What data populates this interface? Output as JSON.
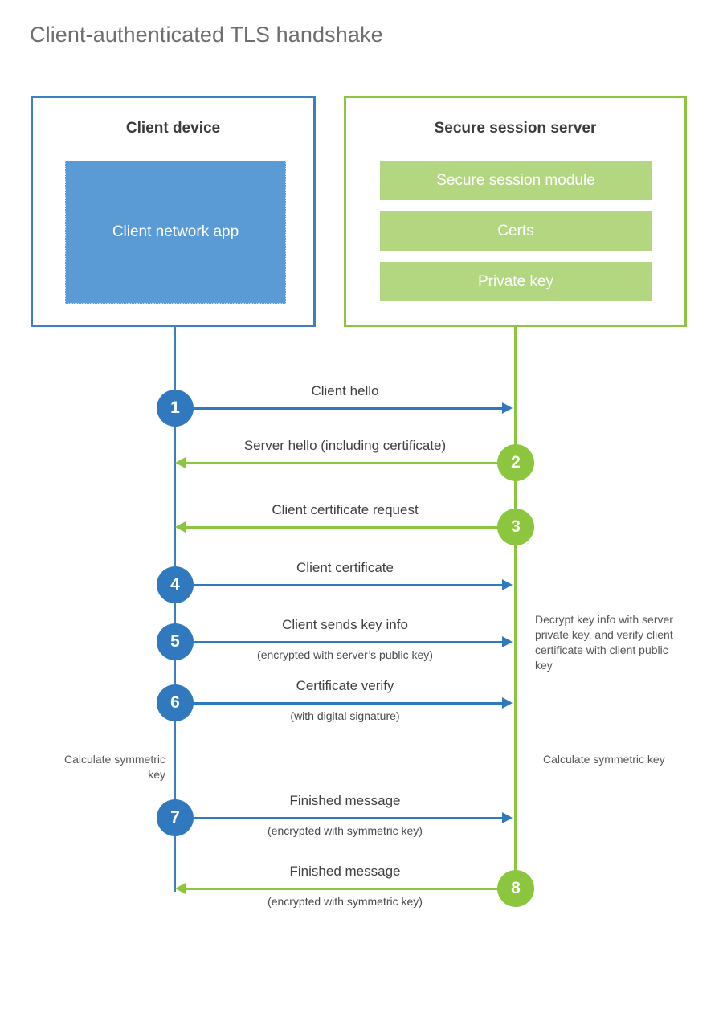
{
  "title": "Client-authenticated TLS handshake",
  "colors": {
    "blue": "#3079be",
    "blue_border": "#3f7fc1",
    "blue_fill": "#5b9bd5",
    "green": "#8cc63f",
    "green_fill": "#b3d681",
    "title_text": "#6e6e6e",
    "body_text": "#3f3f3f"
  },
  "client": {
    "title": "Client device",
    "app_label": "Client network app"
  },
  "server": {
    "title": "Secure session server",
    "modules": [
      "Secure session module",
      "Certs",
      "Private key"
    ]
  },
  "steps": [
    {
      "number": "1",
      "label": "Client hello",
      "sublabel": "",
      "direction": "client-to-server",
      "color": "blue"
    },
    {
      "number": "2",
      "label": "Server hello (including certificate)",
      "sublabel": "",
      "direction": "server-to-client",
      "color": "green"
    },
    {
      "number": "3",
      "label": "Client certificate request",
      "sublabel": "",
      "direction": "server-to-client",
      "color": "green"
    },
    {
      "number": "4",
      "label": "Client certificate",
      "sublabel": "",
      "direction": "client-to-server",
      "color": "blue"
    },
    {
      "number": "5",
      "label": "Client sends key info",
      "sublabel": "(encrypted with server’s public key)",
      "direction": "client-to-server",
      "color": "blue"
    },
    {
      "number": "6",
      "label": "Certificate verify",
      "sublabel": "(with digital signature)",
      "direction": "client-to-server",
      "color": "blue"
    },
    {
      "number": "7",
      "label": "Finished message",
      "sublabel": "(encrypted with symmetric key)",
      "direction": "client-to-server",
      "color": "blue"
    },
    {
      "number": "8",
      "label": "Finished message",
      "sublabel": "(encrypted with symmetric key)",
      "direction": "server-to-client",
      "color": "green"
    }
  ],
  "notes": {
    "server_decrypt": "Decrypt key info with server private key, and verify client certificate with client public key",
    "client_calculate": "Calculate symmetric key",
    "server_calculate": "Calculate symmetric key"
  }
}
